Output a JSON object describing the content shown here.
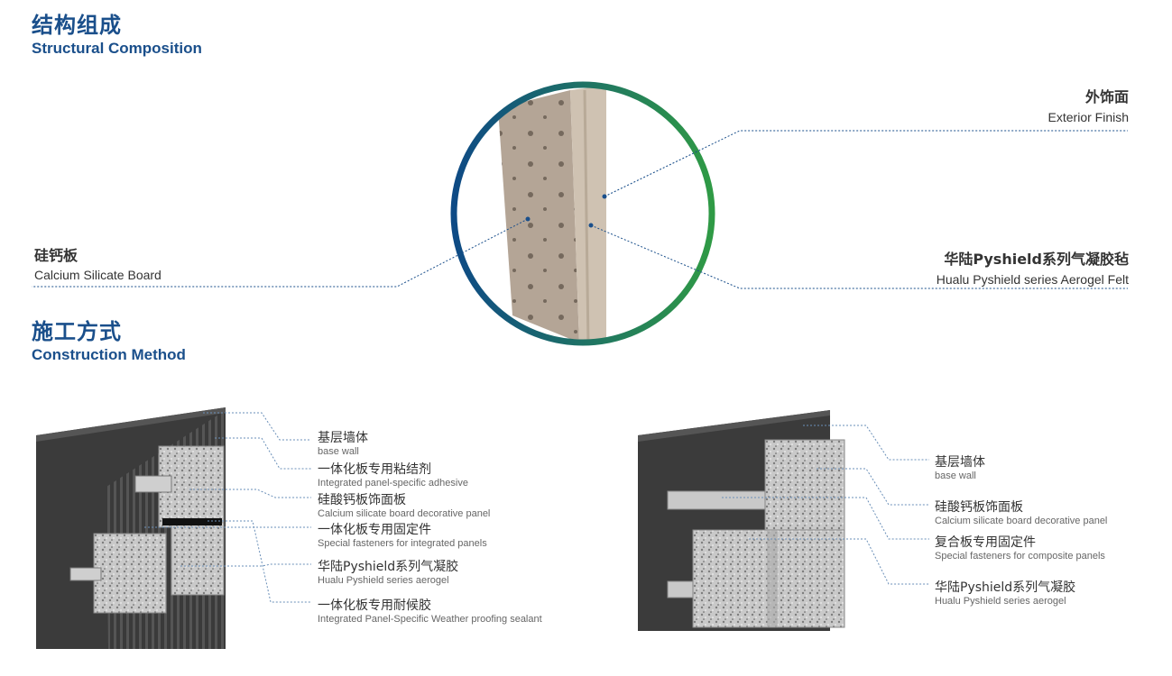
{
  "structure": {
    "title_cn": "结构组成",
    "title_en": "Structural Composition",
    "exterior": {
      "cn": "外饰面",
      "en": "Exterior Finish"
    },
    "calcium": {
      "cn": "硅钙板",
      "en": "Calcium Silicate Board"
    },
    "aerogel": {
      "cn": "华陆Pyshield系列气凝胶毡",
      "en": "Hualu Pyshield series Aerogel Felt"
    }
  },
  "construction": {
    "title_cn": "施工方式",
    "title_en": "Construction Method",
    "left_labels": [
      {
        "cn": "基层墙体",
        "en": "base wall"
      },
      {
        "cn": "一体化板专用粘结剂",
        "en": "Integrated panel-specific adhesive"
      },
      {
        "cn": "硅酸钙板饰面板",
        "en": "Calcium silicate board decorative panel"
      },
      {
        "cn": "一体化板专用固定件",
        "en": "Special fasteners for integrated panels"
      },
      {
        "cn": "华陆Pyshield系列气凝胶",
        "en": "Hualu Pyshield series aerogel"
      },
      {
        "cn": "一体化板专用耐候胶",
        "en": "Integrated Panel-Specific Weather proofing sealant"
      }
    ],
    "right_labels": [
      {
        "cn": "基层墙体",
        "en": "base wall"
      },
      {
        "cn": "硅酸钙板饰面板",
        "en": "Calcium silicate board decorative panel"
      },
      {
        "cn": "复合板专用固定件",
        "en": "Special fasteners for composite panels"
      },
      {
        "cn": "华陆Pyshield系列气凝胶",
        "en": "Hualu Pyshield series aerogel"
      }
    ]
  },
  "colors": {
    "brand_blue": "#1a4f8b",
    "ring_start": "#0e4a85",
    "ring_end": "#2f9a45"
  }
}
